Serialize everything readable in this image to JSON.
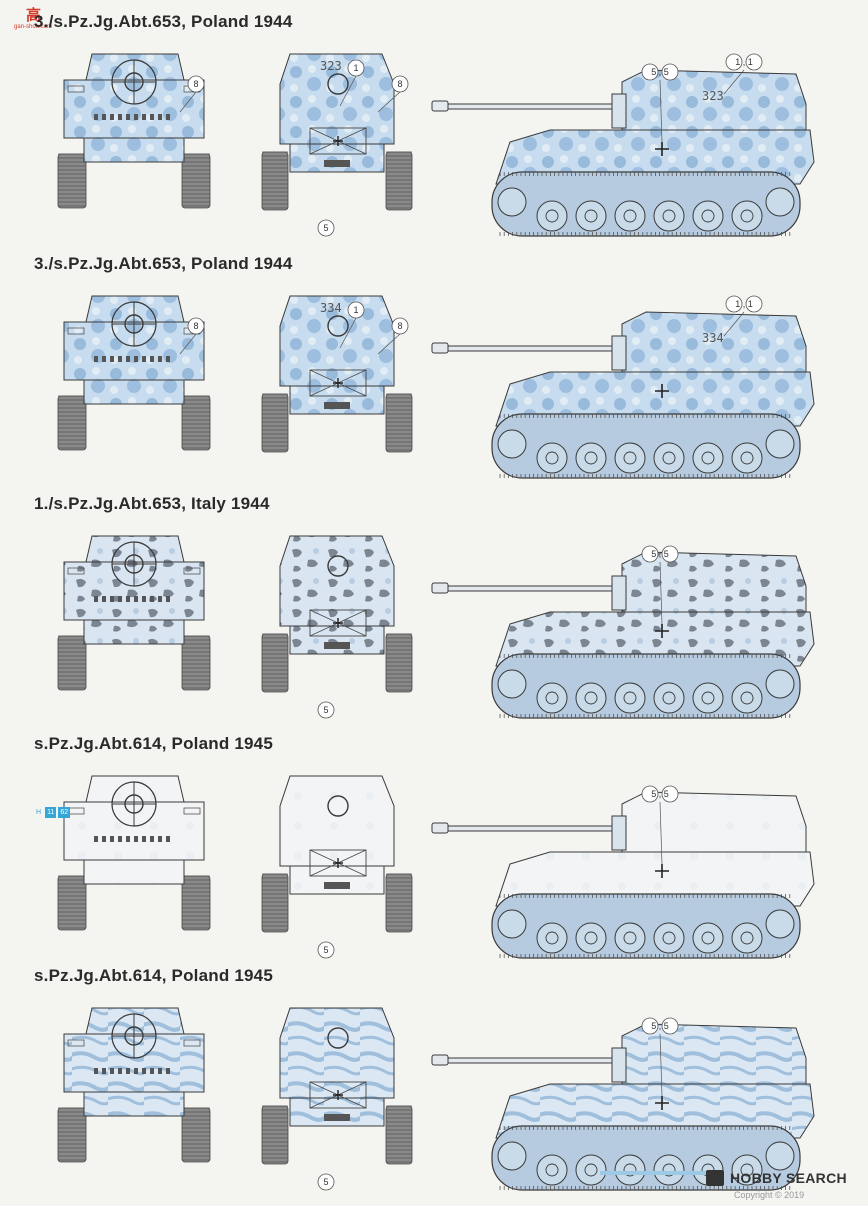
{
  "site": {
    "mark": "高",
    "url": "gan-shou.com"
  },
  "schemes": [
    {
      "title": "3./s.Pz.Jg.Abt.653, Poland 1944",
      "hull_number": "323",
      "camo": "winter_mottle",
      "callouts": {
        "front": "5",
        "rear_top": "8",
        "rear_center": "1",
        "rear_right": "8",
        "side_a": "5 , 5",
        "side_b": "1 , 1"
      }
    },
    {
      "title": "3./s.Pz.Jg.Abt.653, Poland 1944",
      "hull_number": "334",
      "camo": "winter_mottle",
      "callouts": {
        "front": "",
        "rear_top": "8",
        "rear_center": "1",
        "rear_right": "8",
        "side_a": "",
        "side_b": "1 , 1"
      }
    },
    {
      "title": "1./s.Pz.Jg.Abt.653, Italy 1944",
      "hull_number": "",
      "camo": "winter_blotch",
      "callouts": {
        "front": "5",
        "rear_top": "",
        "rear_center": "",
        "rear_right": "",
        "side_a": "5 , 5",
        "side_b": ""
      }
    },
    {
      "title": "s.Pz.Jg.Abt.614, Poland 1945",
      "hull_number": "",
      "camo": "white",
      "callouts": {
        "front": "5",
        "rear_top": "",
        "rear_center": "",
        "rear_right": "",
        "side_a": "5 , 5",
        "side_b": ""
      }
    },
    {
      "title": "s.Pz.Jg.Abt.614, Poland 1945",
      "hull_number": "",
      "camo": "winter_stripe",
      "callouts": {
        "front": "5",
        "rear_top": "",
        "rear_center": "",
        "rear_right": "",
        "side_a": "5 , 5",
        "side_b": ""
      }
    }
  ],
  "color_tag": {
    "prefix": "H",
    "code1": "11",
    "code2": "62"
  },
  "footer": {
    "brand": "HOBBY SEARCH",
    "copyright": "Copyright © 2019"
  },
  "colors": {
    "winter_base": "#c7dcee",
    "winter_mottle": "#8fb4d8",
    "dark_gray": "#7c8693",
    "white": "#f2f4f5",
    "outline": "#3a3a3a",
    "track": "#6a6a6a"
  }
}
